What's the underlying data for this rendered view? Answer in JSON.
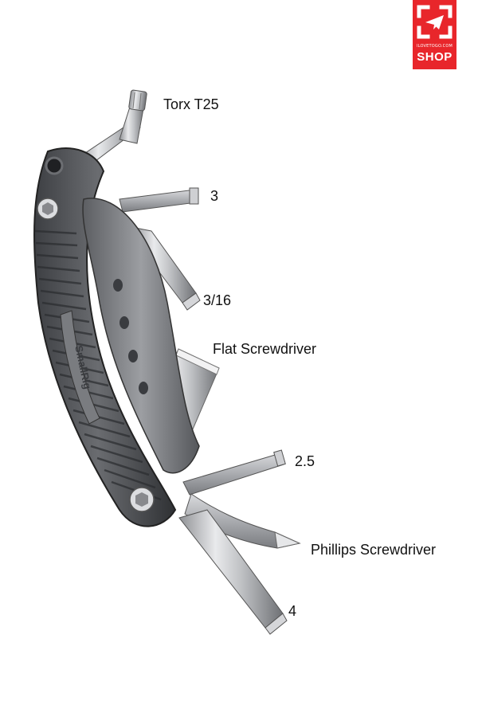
{
  "shop_badge": {
    "url_text": "ILOVETOGO.COM",
    "label": "SHOP",
    "color": "#e8262b"
  },
  "product": {
    "engraving": "SmallRig"
  },
  "tool_labels": [
    "Torx T25",
    "3",
    "3/16",
    "Flat Screwdriver",
    "2.5",
    "Phillips Screwdriver",
    "4"
  ]
}
